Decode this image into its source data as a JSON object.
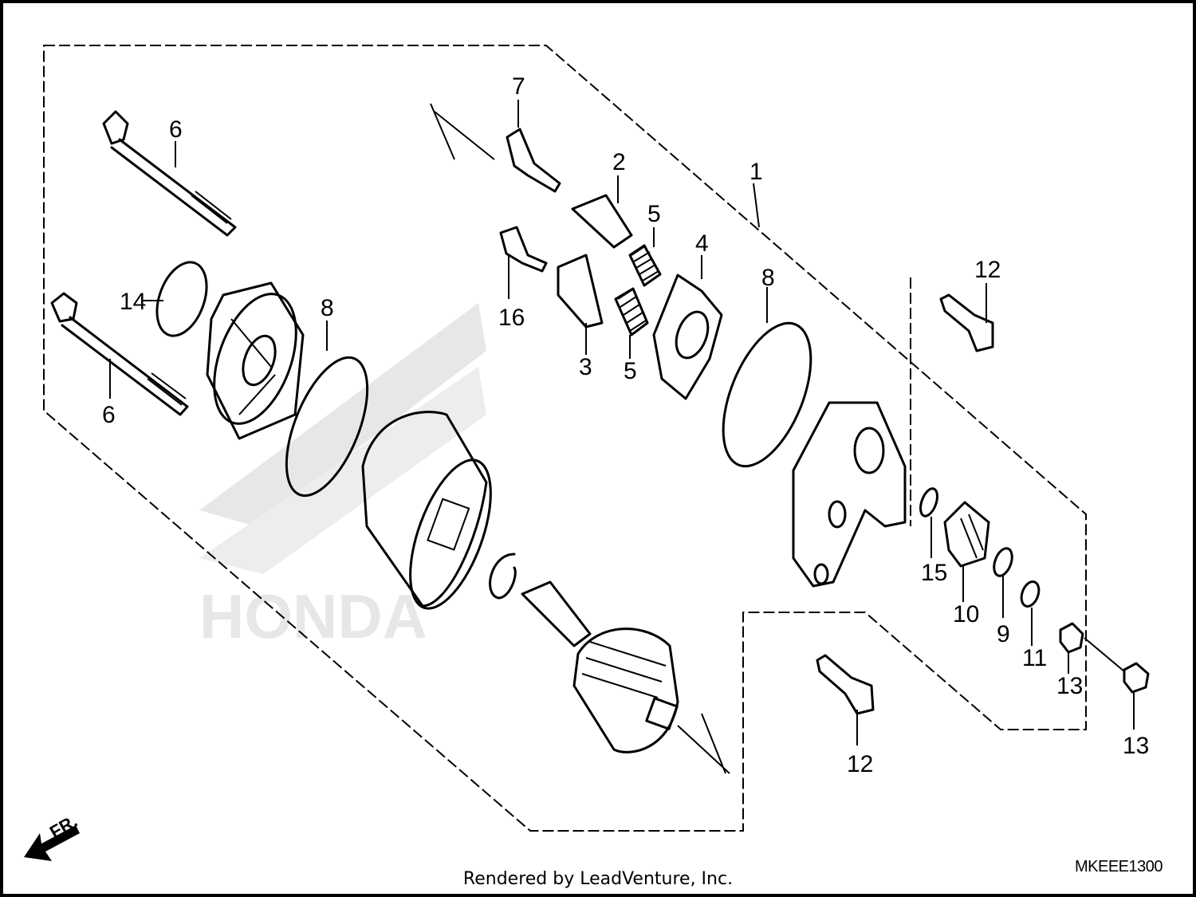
{
  "diagram": {
    "callouts": [
      "1",
      "2",
      "3",
      "4",
      "5",
      "5",
      "6",
      "6",
      "7",
      "8",
      "8",
      "9",
      "10",
      "11",
      "12",
      "12",
      "13",
      "13",
      "14",
      "15",
      "16"
    ],
    "direction_label": "FR.",
    "watermark": "HONDA",
    "diagram_code": "MKEEE1300"
  },
  "footer": {
    "text": "Rendered by LeadVenture, Inc."
  },
  "colors": {
    "line": "#000000",
    "watermark": "#d0d0d0",
    "background": "#ffffff"
  }
}
